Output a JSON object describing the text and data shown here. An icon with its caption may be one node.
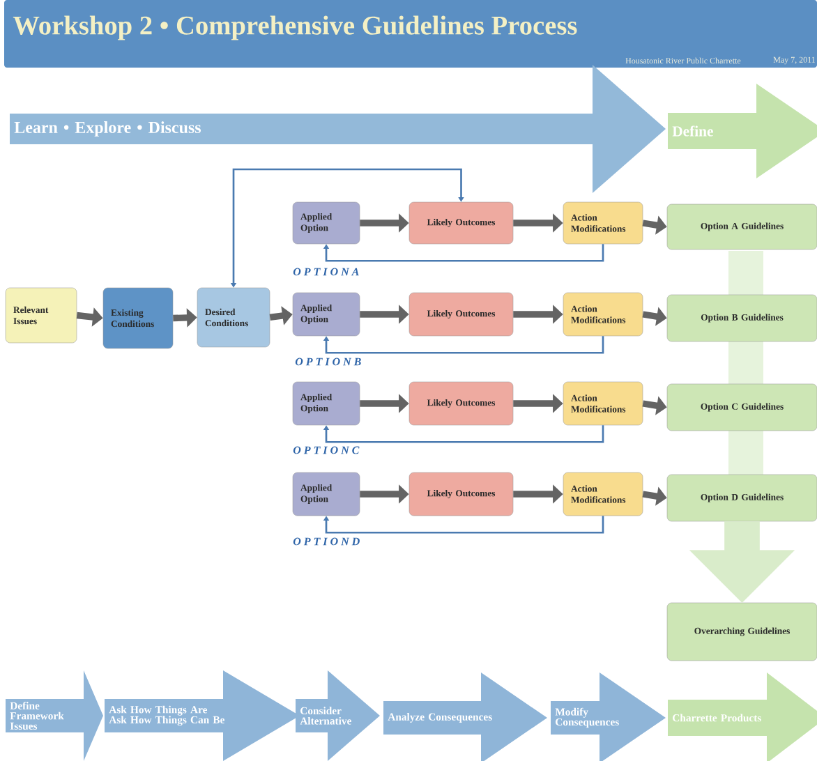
{
  "diagram": {
    "title": "Workshop 2 • Comprehensive Guidelines Process",
    "nodes": [
      {
        "text": [
          "Learn • Explore • Discuss"
        ]
      },
      {
        "text": [
          "Define"
        ]
      },
      {
        "text": [
          "Relevant Issues"
        ]
      },
      {
        "text": [
          "Existing Conditions"
        ]
      },
      {
        "text": [
          "Desired Conditions"
        ]
      },
      {
        "text": [
          "Applied Option"
        ]
      },
      {
        "text": [
          "Likely Outcomes"
        ]
      },
      {
        "text": [
          "Action Modifications"
        ]
      },
      {
        "text": [
          "Option A Guidelines"
        ]
      },
      {
        "text": [
          "Applied Option"
        ]
      },
      {
        "text": [
          "Likely Outcomes"
        ]
      },
      {
        "text": [
          "Action Modifications"
        ]
      },
      {
        "text": [
          "Option B Guidelines"
        ]
      },
      {
        "text": [
          "Applied Option"
        ]
      },
      {
        "text": [
          "Likely Outcomes"
        ]
      },
      {
        "text": [
          "Action Modifications"
        ]
      },
      {
        "text": [
          "Option C Guidelines"
        ]
      },
      {
        "text": [
          "Applied Option"
        ]
      },
      {
        "text": [
          "Likely Outcomes"
        ]
      },
      {
        "text": [
          "Action Modifications"
        ]
      },
      {
        "text": [
          "Option D Guidelines"
        ]
      },
      {
        "text": [
          "Overarching Guidelines"
        ]
      },
      {
        "text": [
          "Define Framework Issues"
        ]
      },
      {
        "text": [
          "Ask How Things Are",
          "Ask How Things Can Be"
        ]
      },
      {
        "text": [
          "Consider Alternative"
        ]
      },
      {
        "text": [
          "Analyze Consequences"
        ]
      },
      {
        "text": [
          "Modify Consequences"
        ]
      },
      {
        "text": [
          "Charrette Products"
        ]
      }
    ],
    "edges": [
      {
        "from": 2,
        "to": 3,
        "arrow": "to"
      },
      {
        "from": 3,
        "to": 4,
        "arrow": "to"
      },
      {
        "from": 4,
        "to": 9,
        "arrow": "to"
      },
      {
        "from": 4,
        "to": 6,
        "arrow": "both",
        "color": "#4a7ab0"
      },
      {
        "from": 5,
        "to": 6,
        "arrow": "to"
      },
      {
        "from": 6,
        "to": 7,
        "arrow": "to"
      },
      {
        "from": 7,
        "to": 8,
        "arrow": "to"
      },
      {
        "from": 7,
        "to": 5,
        "arrow": "to",
        "color": "#4a7ab0"
      },
      {
        "from": 9,
        "to": 10,
        "arrow": "to"
      },
      {
        "from": 10,
        "to": 11,
        "arrow": "to"
      },
      {
        "from": 11,
        "to": 12,
        "arrow": "to"
      },
      {
        "from": 11,
        "to": 9,
        "arrow": "to",
        "color": "#4a7ab0"
      },
      {
        "from": 13,
        "to": 14,
        "arrow": "to"
      },
      {
        "from": 14,
        "to": 15,
        "arrow": "to"
      },
      {
        "from": 15,
        "to": 16,
        "arrow": "to"
      },
      {
        "from": 15,
        "to": 13,
        "arrow": "to",
        "color": "#4a7ab0"
      },
      {
        "from": 17,
        "to": 18,
        "arrow": "to"
      },
      {
        "from": 18,
        "to": 19,
        "arrow": "to"
      },
      {
        "from": 19,
        "to": 20,
        "arrow": "to"
      },
      {
        "from": 19,
        "to": 17,
        "arrow": "to",
        "color": "#4a7ab0"
      },
      {
        "from": 20,
        "to": 21,
        "arrow": "to",
        "style": "thick",
        "color": "#d9ecca"
      }
    ],
    "labels": [
      "Housatonic River Public Charrette",
      "May 7, 2011",
      "O P T I O N A",
      "O P T I O N B",
      "O P T I O N C",
      "O P T I O N D"
    ]
  }
}
